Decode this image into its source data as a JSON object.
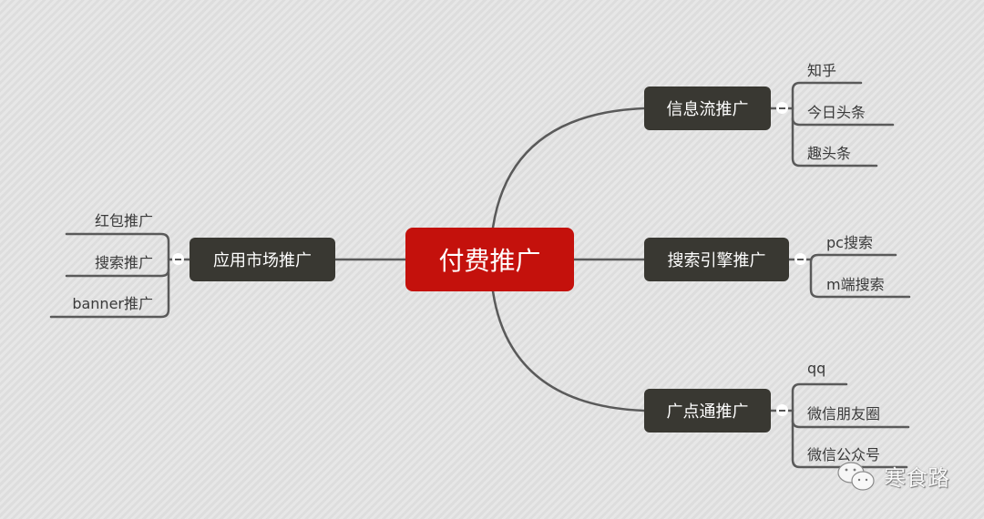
{
  "root": {
    "label": "付费推广",
    "color": "#c4110c"
  },
  "branches": [
    {
      "label": "信息流推广",
      "side": "right",
      "children": [
        "知乎",
        "今日头条",
        "趣头条"
      ]
    },
    {
      "label": "搜索引擎推广",
      "side": "right",
      "children": [
        "pc搜索",
        "m端搜索"
      ]
    },
    {
      "label": "广点通推广",
      "side": "right",
      "children": [
        "qq",
        "微信朋友圈",
        "微信公众号"
      ]
    },
    {
      "label": "应用市场推广",
      "side": "left",
      "children": [
        "红包推广",
        "搜索推广",
        "banner推广"
      ]
    }
  ],
  "colors": {
    "branch_bg": "#393832",
    "line": "#5a5a5a",
    "background": "#e2e2e2"
  },
  "watermark": {
    "icon": "wechat-icon",
    "text": "寒食路"
  }
}
